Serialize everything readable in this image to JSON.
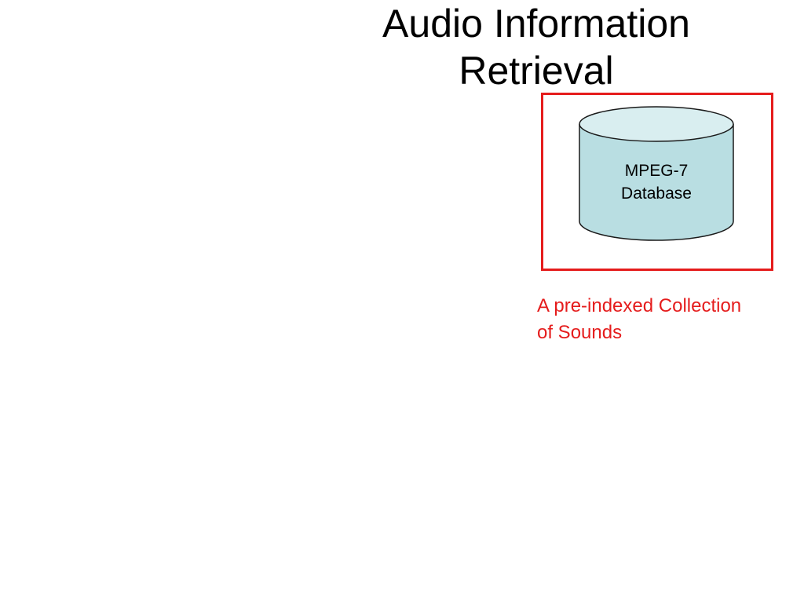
{
  "slide": {
    "title_lines": [
      "Audio Information",
      "Retrieval"
    ]
  },
  "database": {
    "label_lines": [
      "MPEG-7",
      "Database"
    ],
    "fill_color": "#b9dee2",
    "top_fill_color": "#d9eef0",
    "stroke_color": "#1a1a1a"
  },
  "highlight": {
    "border_color": "#e51c1c"
  },
  "caption": {
    "lines": [
      "A pre-indexed Collection",
      "of Sounds"
    ],
    "color": "#e51c1c"
  }
}
